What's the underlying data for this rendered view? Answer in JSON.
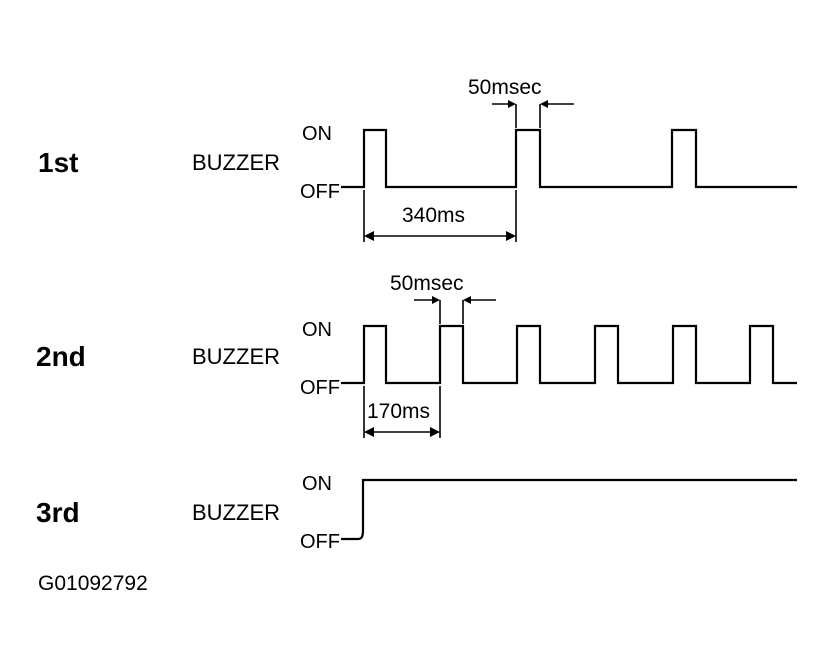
{
  "rows": [
    {
      "stage": "1st",
      "signal": "BUZZER",
      "on_label": "ON",
      "off_label": "OFF",
      "on_width_label": "50msec",
      "period_label": "340ms"
    },
    {
      "stage": "2nd",
      "signal": "BUZZER",
      "on_label": "ON",
      "off_label": "OFF",
      "on_width_label": "50msec",
      "period_label": "170ms"
    },
    {
      "stage": "3rd",
      "signal": "BUZZER",
      "on_label": "ON",
      "off_label": "OFF"
    }
  ],
  "figure_id": "G01092792"
}
